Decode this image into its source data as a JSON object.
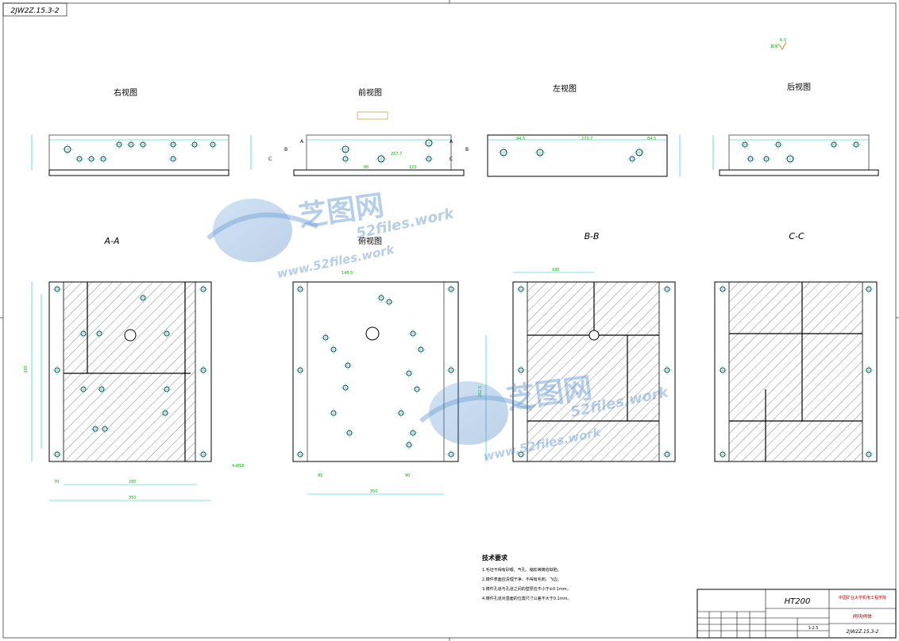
{
  "sheet": {
    "drawing_number_corner": "2JW2Z.15.3-2"
  },
  "surface_note": {
    "symbol_text": "6.3",
    "prefix": "其余"
  },
  "views": {
    "right_view": {
      "title": "右视图"
    },
    "front_view": {
      "title": "前视图"
    },
    "left_view": {
      "title": "左视图"
    },
    "rear_view": {
      "title": "后视图"
    },
    "section_aa": {
      "title": "A-A"
    },
    "top_view": {
      "title": "俯视图"
    },
    "section_bb": {
      "title": "B-B"
    },
    "section_cc": {
      "title": "C-C"
    }
  },
  "dimensions": {
    "aa_height": "330",
    "aa_width_inner": "280",
    "aa_width_outer": "350",
    "aa_left": "70",
    "aa_hole": "4-Ø18",
    "top_width": "350",
    "top_a": "148.5",
    "top_b": "91",
    "top_c": "90",
    "bb_width": "190",
    "bb_height": "262.5",
    "fv_a": "80",
    "fv_b": "120",
    "fv_c": "267.7",
    "lv_a": "94.5",
    "lv_b": "270.7",
    "lv_c": "64.5"
  },
  "technical_requirements": {
    "heading": "技术要求",
    "items": [
      "1.毛坯不得有砂眼、气孔、缩松等铸造缺陷。",
      "2.铸件表面应清理干净，不得有毛刺、飞边。",
      "3.铸件孔道与孔道之间的壁厚应不小于±0.1mm。",
      "4.铸件孔道对基面的位置尺寸公差不大于0.1mm。"
    ]
  },
  "title_block": {
    "material": "HT200",
    "school": "中国矿业大学机电工程学院",
    "part_name": "阀块阀体",
    "drawing_number": "2JW2Z.15.3-2",
    "scale": "1:2.5"
  },
  "watermark": {
    "brand": "芝图网",
    "domain": "52files.work",
    "domain2": "www.52files.work"
  },
  "colors": {
    "outline": "#000000",
    "dimension": "#00c8c8",
    "dimension_text": "#00b400",
    "annotation": "#d07a00",
    "watermark": "#3f80c8"
  }
}
